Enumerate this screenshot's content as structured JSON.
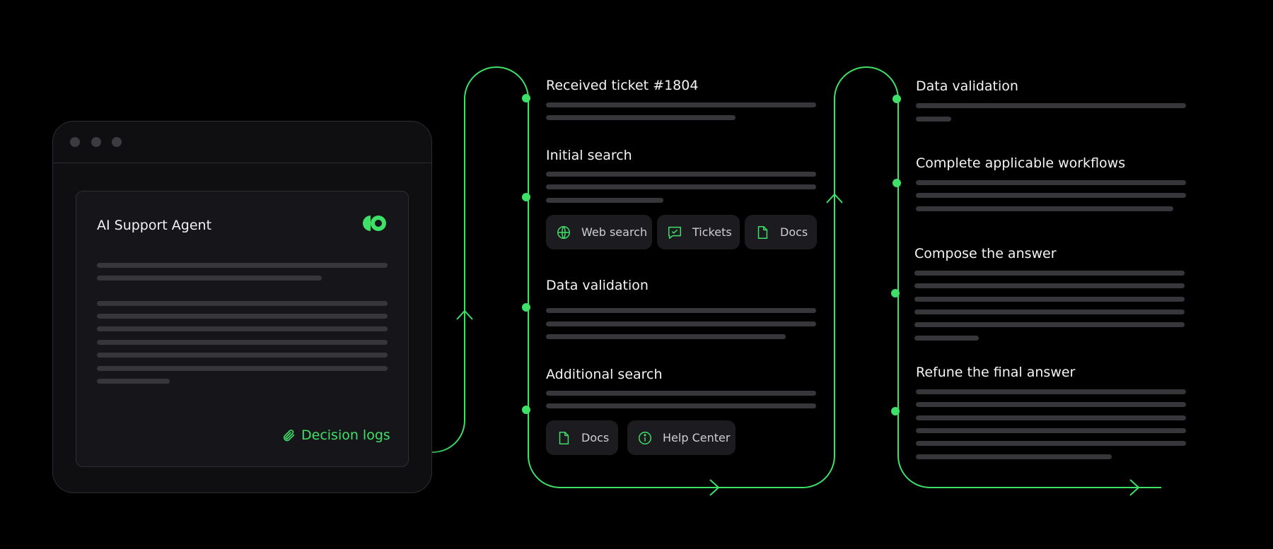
{
  "agent_window": {
    "title": "AI Support Agent",
    "decision_logs_label": "Decision logs"
  },
  "columns": [
    {
      "steps": [
        {
          "title": "Received ticket #1804"
        },
        {
          "title": "Initial search",
          "chips": [
            "Web search",
            "Tickets",
            "Docs"
          ]
        },
        {
          "title": "Data validation"
        },
        {
          "title": "Additional search",
          "chips": [
            "Docs",
            "Help Center"
          ]
        }
      ]
    },
    {
      "steps": [
        {
          "title": "Data validation"
        },
        {
          "title": "Complete applicable workflows"
        },
        {
          "title": "Compose the answer"
        },
        {
          "title": "Refune the final answer"
        }
      ]
    }
  ],
  "colors": {
    "accent": "#3ee068",
    "background": "#000000",
    "panel": "#16161a",
    "placeholder_bar": "#36363b"
  },
  "icons": [
    "globe-icon",
    "chat-check-icon",
    "document-icon",
    "info-icon",
    "paperclip-icon",
    "brand-logo-icon"
  ]
}
